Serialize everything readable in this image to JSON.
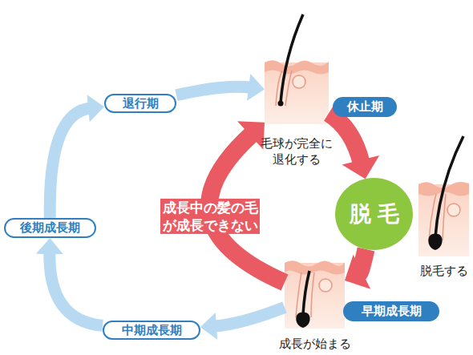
{
  "diagram": {
    "nodes": [
      {
        "text": [
          "退行期"
        ]
      },
      {
        "text": [
          "毛球が完全に退化する"
        ]
      },
      {
        "text": [
          "休止期"
        ]
      },
      {
        "text": [
          "脱毛"
        ]
      },
      {
        "text": [
          "脱毛する"
        ]
      },
      {
        "text": [
          "後期成長期"
        ]
      },
      {
        "text": [
          "成長が始まる"
        ]
      },
      {
        "text": [
          "早期成長期"
        ]
      },
      {
        "text": [
          "中期成長期"
        ]
      }
    ],
    "edges": [
      {
        "from": 6,
        "to": 8,
        "arrow": "to"
      },
      {
        "from": 8,
        "to": 5,
        "arrow": "to"
      },
      {
        "from": 5,
        "to": 0,
        "arrow": "to"
      },
      {
        "from": 0,
        "to": 1,
        "arrow": "to"
      },
      {
        "from": 1,
        "to": 3,
        "arrow": "to"
      },
      {
        "from": 3,
        "to": 6,
        "arrow": "to"
      },
      {
        "from": 6,
        "to": 1,
        "label": "成長中の髪の毛が成長できない",
        "arrow": "to"
      }
    ]
  }
}
